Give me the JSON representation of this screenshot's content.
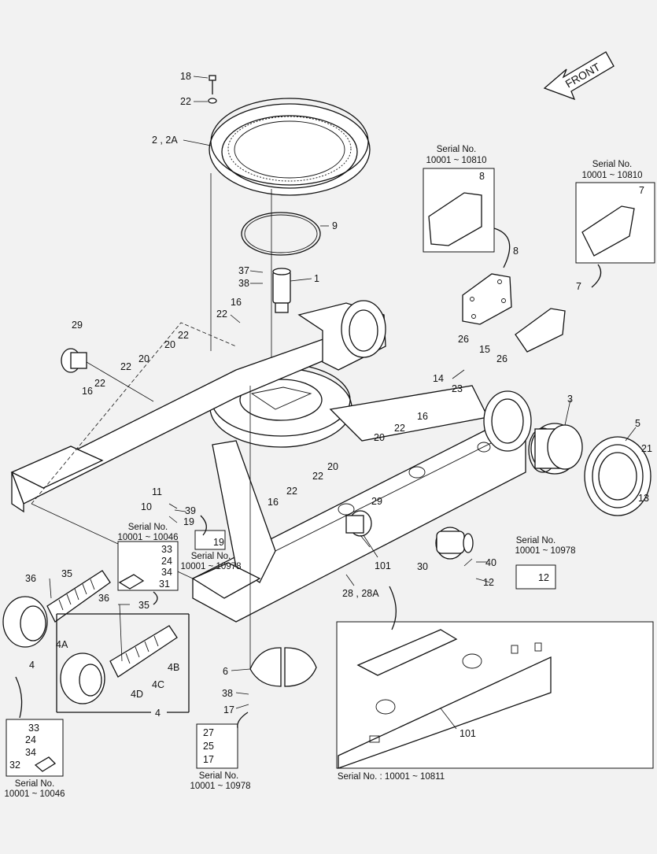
{
  "orientation": {
    "front_label": "FRONT"
  },
  "callouts": {
    "c18": "18",
    "c22a": "22",
    "c2_2a": "2 , 2A",
    "c9": "9",
    "c37": "37",
    "c38a": "38",
    "c1": "1",
    "c16a": "16",
    "c22b": "22",
    "c29a": "29",
    "c22c": "22",
    "c20a": "20",
    "c22d": "22",
    "c20b": "20",
    "c22e": "22",
    "c16b": "16",
    "c8a": "8",
    "c8b": "8",
    "c7a": "7",
    "c7b": "7",
    "c26a": "26",
    "c15": "15",
    "c26b": "26",
    "c14": "14",
    "c23": "23",
    "c3": "3",
    "c5": "5",
    "c21": "21",
    "c13": "13",
    "c16c": "16",
    "c20c": "20",
    "c22f": "22",
    "c22g": "22",
    "c20d": "20",
    "c22h": "22",
    "c16d": "16",
    "c29b": "29",
    "c101a": "101",
    "c30": "30",
    "c40": "40",
    "c12a": "12",
    "c12b": "12",
    "c28": "28 , 28A",
    "c11": "11",
    "c10": "10",
    "c39": "39",
    "c19a": "19",
    "c19b": "19",
    "c33a": "33",
    "c24a": "24",
    "c34a": "34",
    "c31": "31",
    "c36a": "36",
    "c35a": "35",
    "c36b": "36",
    "c35b": "35",
    "c4a": "4",
    "c4A": "4A",
    "c4B": "4B",
    "c4C": "4C",
    "c4D": "4D",
    "c4b": "4",
    "c6": "6",
    "c38b": "38",
    "c17a": "17",
    "c27": "27",
    "c25": "25",
    "c17b": "17",
    "c33b": "33",
    "c24b": "24",
    "c34b": "34",
    "c32": "32",
    "c101b": "101"
  },
  "serial_notes": {
    "s8_label": "Serial No.",
    "s8_range": "10001 ~ 10810",
    "s7_label": "Serial No.",
    "s7_range": "10001 ~ 10810",
    "s19_label": "Serial No.",
    "s19_range": "10001 ~ 10978",
    "s31_label": "Serial No.",
    "s31_range": "10001 ~ 10046",
    "s12_label": "Serial No.",
    "s12_range": "10001 ~ 10978",
    "s17_label": "Serial No.",
    "s17_range": "10001 ~ 10978",
    "s32_label": "Serial No.",
    "s32_range": "10001 ~ 10046",
    "s101_text": "Serial No. : 10001 ~ 10811"
  }
}
